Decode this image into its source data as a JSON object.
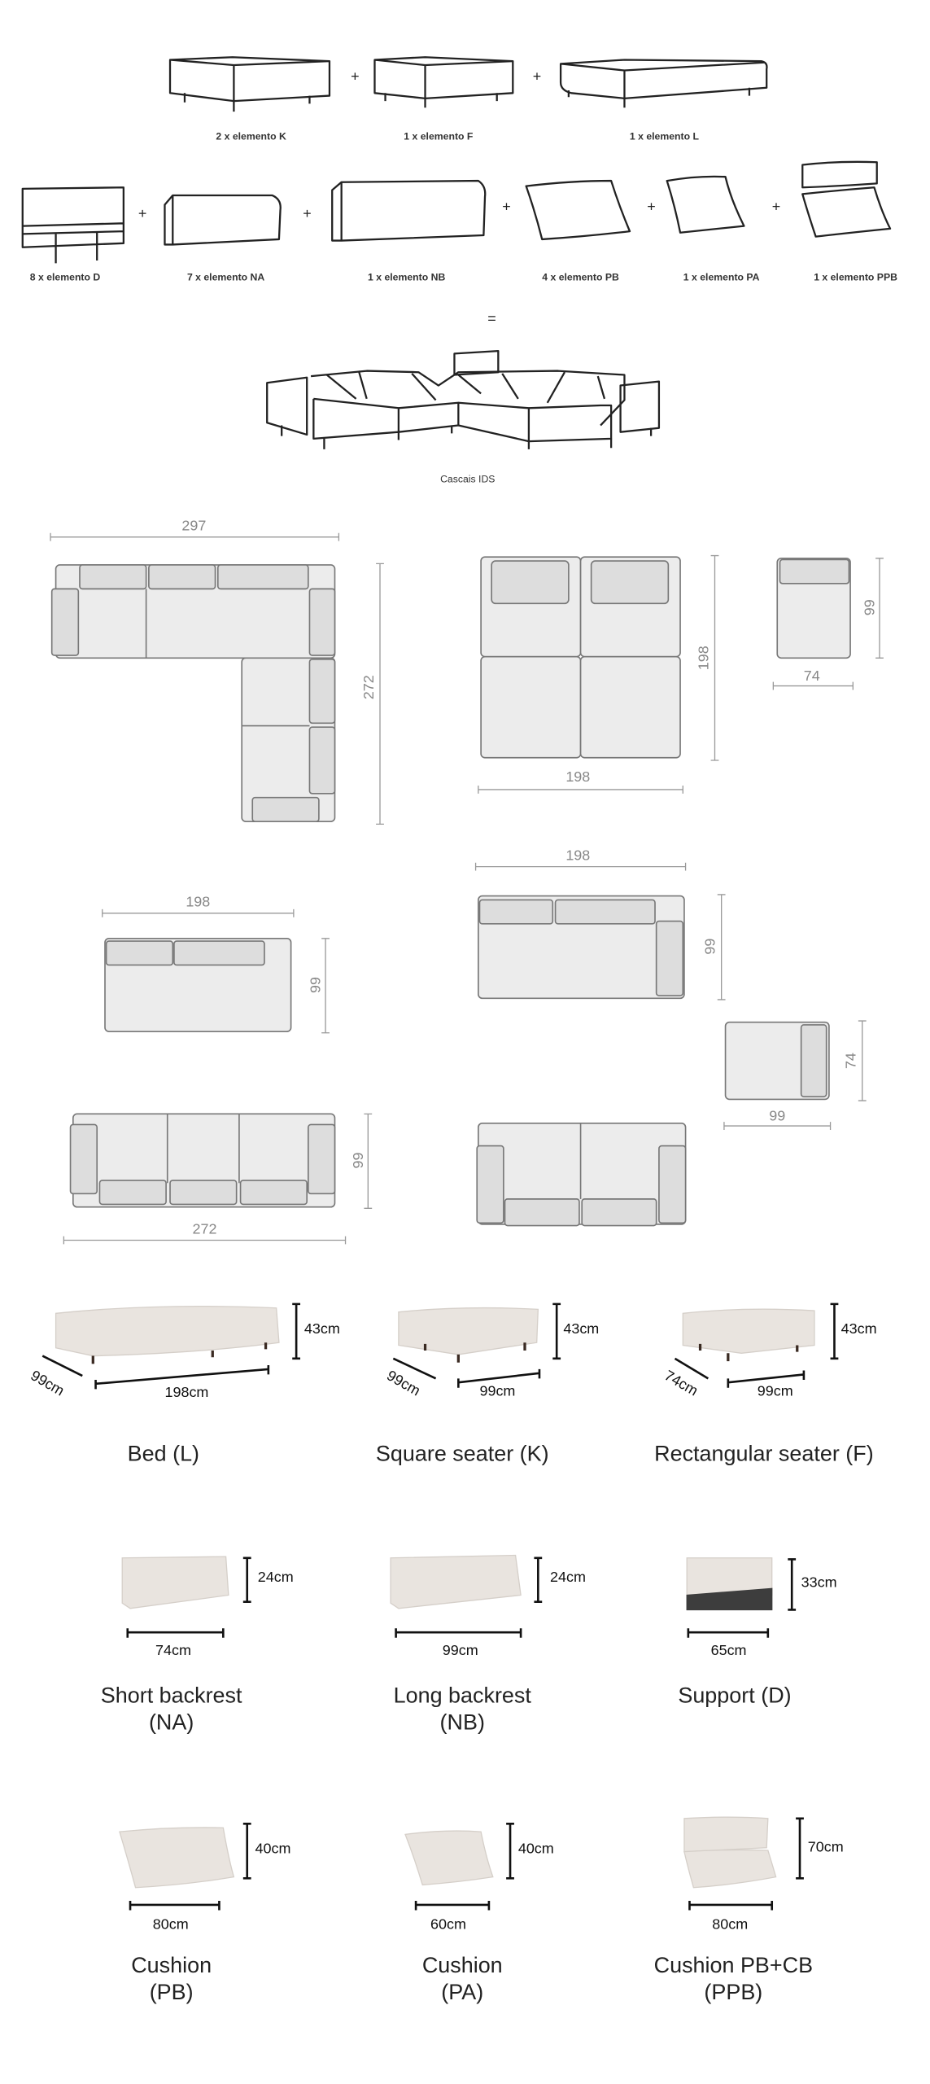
{
  "components": {
    "row1": [
      {
        "label": "2 x elemento K"
      },
      {
        "label": "1 x elemento F"
      },
      {
        "label": "1 x elemento L"
      }
    ],
    "row2": [
      {
        "label": "8 x elemento D"
      },
      {
        "label": "7 x elemento NA"
      },
      {
        "label": "1 x elemento NB"
      },
      {
        "label": "4 x elemento PB"
      },
      {
        "label": "1 x elemento PA"
      },
      {
        "label": "1 x elemento PPB"
      }
    ],
    "plus": "+",
    "equals": "=",
    "result_label": "Cascais IDS"
  },
  "plans": {
    "corner": {
      "width": "297",
      "depth": "272"
    },
    "square": {
      "width": "198",
      "depth": "198"
    },
    "small": {
      "width": "74",
      "depth": "99"
    },
    "sofa_a": {
      "width": "198",
      "depth": "99"
    },
    "sofa_b": {
      "width": "198",
      "depth": "99"
    },
    "small_rot": {
      "width": "99",
      "depth": "74"
    },
    "long": {
      "width": "272",
      "depth": "99"
    }
  },
  "products": [
    {
      "name": "Bed (L)",
      "height": "43cm",
      "depth": "99cm",
      "width": "198cm"
    },
    {
      "name": "Square seater (K)",
      "height": "43cm",
      "depth": "99cm",
      "width": "99cm"
    },
    {
      "name": "Rectangular seater (F)",
      "height": "43cm",
      "depth": "74cm",
      "width": "99cm"
    }
  ],
  "backrests": [
    {
      "name": "Short backrest",
      "code": "(NA)",
      "height": "24cm",
      "width": "74cm"
    },
    {
      "name": "Long backrest",
      "code": "(NB)",
      "height": "24cm",
      "width": "99cm"
    },
    {
      "name": "Support",
      "code": "(D)",
      "height": "33cm",
      "width": "65cm"
    }
  ],
  "cushions": [
    {
      "name": "Cushion",
      "code": "(PB)",
      "height": "40cm",
      "width": "80cm"
    },
    {
      "name": "Cushion",
      "code": "(PA)",
      "height": "40cm",
      "width": "60cm"
    },
    {
      "name": "Cushion PB+CB",
      "code": "(PPB)",
      "height": "70cm",
      "width": "80cm"
    }
  ],
  "colors": {
    "fabric": "#e9e4df",
    "plan_fill": "#ececec",
    "plan_stroke": "#777777",
    "dim_text": "#888888"
  }
}
